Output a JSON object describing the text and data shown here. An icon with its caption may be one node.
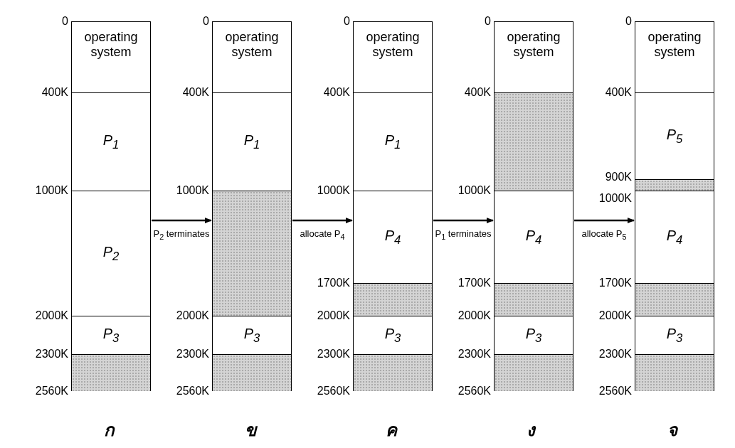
{
  "diagram": {
    "nodes": [
      {
        "text": [],
        "shape": "box",
        "beside": [
          "ก"
        ]
      },
      {
        "text": [
          "operating system"
        ],
        "in": 0
      },
      {
        "text": [
          "P$_{1}$"
        ],
        "in": 0
      },
      {
        "text": [
          "P$_{2}$"
        ],
        "in": 0
      },
      {
        "text": [
          "P$_{3}$"
        ],
        "in": 0
      },
      {
        "text": [],
        "shape": "box",
        "in": 0
      },
      {
        "text": [],
        "shape": "box",
        "beside": [
          "ข"
        ]
      },
      {
        "text": [
          "operating system"
        ],
        "in": 6
      },
      {
        "text": [
          "P$_{1}$"
        ],
        "in": 6
      },
      {
        "text": [],
        "shape": "box",
        "in": 6
      },
      {
        "text": [
          "P$_{3}$"
        ],
        "in": 6
      },
      {
        "text": [],
        "shape": "box",
        "in": 6
      },
      {
        "text": [],
        "shape": "box",
        "beside": [
          "ค"
        ]
      },
      {
        "text": [
          "operating system"
        ],
        "in": 12
      },
      {
        "text": [
          "P$_{1}$"
        ],
        "in": 12
      },
      {
        "text": [
          "P$_{4}$"
        ],
        "in": 12
      },
      {
        "text": [],
        "shape": "box",
        "in": 12
      },
      {
        "text": [
          "P$_{3}$"
        ],
        "in": 12
      },
      {
        "text": [],
        "shape": "box",
        "in": 12
      },
      {
        "text": [],
        "shape": "box",
        "beside": [
          "ง"
        ]
      },
      {
        "text": [
          "operating system"
        ],
        "in": 19
      },
      {
        "text": [],
        "shape": "box",
        "in": 19
      },
      {
        "text": [
          "P$_{4}$"
        ],
        "in": 19
      },
      {
        "text": [],
        "shape": "box",
        "in": 19
      },
      {
        "text": [
          "P$_{3}$"
        ],
        "in": 19
      },
      {
        "text": [],
        "shape": "box",
        "in": 19
      },
      {
        "text": [],
        "shape": "box",
        "beside": [
          "จ"
        ]
      },
      {
        "text": [
          "operating system"
        ],
        "in": 26
      },
      {
        "text": [
          "P$_{5}$"
        ],
        "in": 26
      },
      {
        "text": [],
        "shape": "box",
        "in": 26
      },
      {
        "text": [
          "P$_{4}$"
        ],
        "in": 26
      },
      {
        "text": [],
        "shape": "box",
        "in": 26
      },
      {
        "text": [
          "P$_{3}$"
        ],
        "in": 26
      },
      {
        "text": [],
        "shape": "box",
        "in": 26
      }
    ],
    "edges": [
      {
        "from": 0,
        "to": 6,
        "arrow": "to",
        "label": "P$_{2}$ terminates"
      },
      {
        "from": 6,
        "to": 12,
        "arrow": "to",
        "label": "allocate P$_{4}$"
      },
      {
        "from": 12,
        "to": 19,
        "arrow": "to",
        "label": "P$_{1}$ terminates"
      },
      {
        "from": 19,
        "to": 26,
        "arrow": "to",
        "label": "allocate P$_{5}$"
      }
    ],
    "labels": [
      "0",
      "400K",
      "1000K",
      "2000K",
      "2300K",
      "2560K",
      "0",
      "400K",
      "1000K",
      "2000K",
      "2300K",
      "2560K",
      "0",
      "400K",
      "1000K",
      "1700K",
      "2000K",
      "2300K",
      "2560K",
      "0",
      "400K",
      "1000K",
      "1700K",
      "2000K",
      "2300K",
      "2560K",
      "0",
      "400K",
      "900K",
      "1000K",
      "1700K",
      "2000K",
      "2300K",
      "2560K"
    ]
  }
}
